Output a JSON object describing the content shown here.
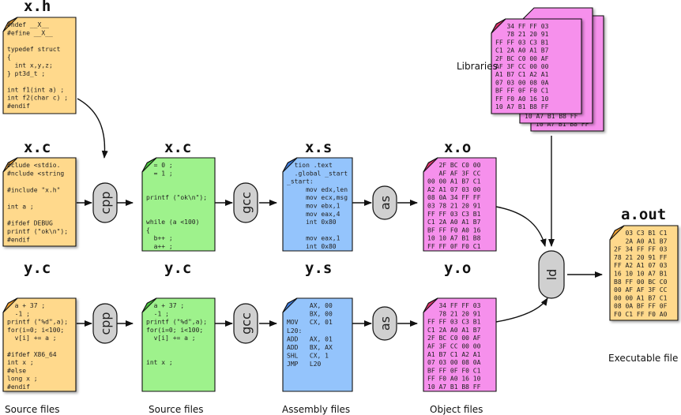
{
  "headers": {
    "x_h": "x.h",
    "x_c_src": "x.c",
    "x_c_pp": "x.c",
    "x_s": "x.s",
    "x_o": "x.o",
    "y_c_src": "y.c",
    "y_c_pp": "y.c",
    "y_s": "y.s",
    "y_o": "y.o",
    "a_out": "a.out"
  },
  "tools": {
    "cpp_x": "cpp",
    "gcc_x": "gcc",
    "as_x": "as",
    "cpp_y": "cpp",
    "gcc_y": "gcc",
    "as_y": "as",
    "ld": "ld"
  },
  "labels": {
    "libraries": "Libraries",
    "source_files_1": "Source files",
    "source_files_2": "Source files",
    "assembly_files": "Assembly files",
    "object_files": "Object files",
    "executable_file": "Executable file"
  },
  "colors": {
    "header_fill": "#ffd98c",
    "preproc_fill": "#9ef28c",
    "asm_fill": "#94c4fc",
    "obj_fill": "#f690ec",
    "header_corner": "#f0a030",
    "preproc_corner": "#48c83c",
    "asm_corner": "#3c7ce0",
    "obj_corner": "#e0306c",
    "tool_fill": "#d0d0d0"
  },
  "docs": {
    "x_h": [
      "#ndef __X__",
      "#efine __X__",
      "",
      "typedef struct",
      "{",
      "  int x,y,z;",
      "} pt3d_t ;",
      "",
      "int f1(int a) ;",
      "int f2(char c) ;",
      "#endif"
    ],
    "x_c_src": [
      "#clude <stdio.",
      "#nclude <string",
      "",
      "#include \"x.h\"",
      "",
      "int a ;",
      "",
      "#ifdef DEBUG",
      "printf (\"ok\\n\");",
      "#endif"
    ],
    "x_c_pp": [
      "  = 0 ;",
      "  = 1 ;",
      "",
      "",
      "printf (\"ok\\n\");",
      "",
      "",
      "while (a <100)",
      "{",
      "  b++ ;",
      "  a++ ;"
    ],
    "x_s": [
      "  tion .text",
      "  .global _start",
      "_start:",
      "     mov edx,len",
      "     mov ecx,msg",
      "     mov ebx,1",
      "     mov eax,4",
      "     int 0x80",
      "",
      "     mov eax,1",
      "     int 0x80"
    ],
    "x_o": [
      "   2F BC C0 00",
      "   AF AF 3F CC",
      "00 00 A1 B7 C1",
      "A2 A1 07 03 00",
      "08 0A 34 FF FF",
      "03 78 21 20 91",
      "FF FF 03 C3 B1",
      "C1 2A A0 A1 B7",
      "BF FF F0 A0 16",
      "10 10 A7 B1 B8",
      "FF FF 0F F0 C1"
    ],
    "y_c_src": [
      "  a + 37 ;",
      "  -1 ;",
      "printf (\"%d\",a);",
      "for(i=0; i<100;",
      "  v[i] += a ;",
      "",
      "#ifdef X86_64",
      "int x ;",
      "#else",
      "long x ;",
      "#endif"
    ],
    "y_c_pp": [
      "  a + 37 ;",
      "  -1 ;",
      "printf (\"%d\",a);",
      "for(i=0; i<100;",
      "  v[i] += a ;",
      "",
      "",
      "int x ;"
    ],
    "y_s": [
      "      AX, 00",
      "      BX, 00",
      "MOV   CX, 01",
      "L20:",
      "ADD   AX, 01",
      "ADD   BX, AX",
      "SHL   CX, 1",
      "JMP   L20"
    ],
    "y_o": [
      "   34 FF FF 03",
      "   78 21 20 91",
      "FF FF 03 C3 B1",
      "C1 2A A0 A1 B7",
      "2F BC C0 00 AF",
      "AF 3F CC 00 00",
      "A1 B7 C1 A2 A1",
      "07 03 00 08 0A",
      "BF FF 0F F0 C1",
      "FF F0 A0 16 10",
      "10 A7 B1 B8 FF"
    ],
    "lib": [
      "   34 FF FF 03",
      "   78 21 20 91",
      "FF FF 03 C3 B1",
      "C1 2A A0 A1 B7",
      "2F BC C0 00 AF",
      "AF 3F CC 00 00",
      "A1 B7 C1 A2 A1",
      "07 03 00 08 0A",
      "BF FF 0F F0 C1",
      "FF F0 A0 16 10",
      "10 A7 B1 B8 FF"
    ],
    "lib_back": [
      "10 A7 B1 B8 FF",
      "10 A7 B1 B8 FF"
    ],
    "a_out": [
      "   03 C3 B1 C1",
      "   2A A0 A1 B7",
      "2F 34 FF FF 03",
      "78 21 20 91 FF",
      "FF A2 A1 07 03",
      "16 10 10 A7 B1",
      "B8 FF 00 BC C0",
      "00 AF AF 3F CC",
      "00 00 A1 B7 C1",
      "08 0A BF FF 0F",
      "F0 C1 FF F0 A0"
    ]
  }
}
